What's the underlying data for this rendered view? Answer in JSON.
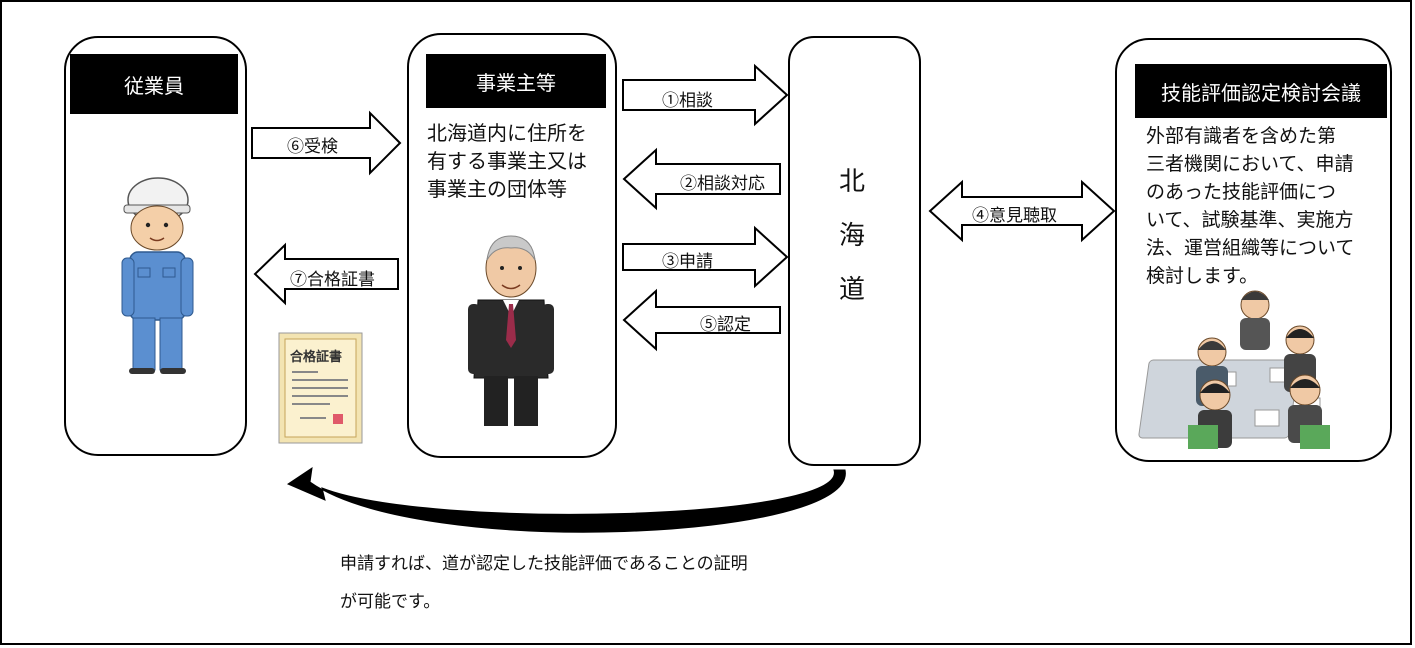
{
  "employee": {
    "title": "従業員"
  },
  "employer": {
    "title": "事業主等",
    "desc": [
      "北海道内に住所を",
      "有する事業主又は",
      "事業主の団体等"
    ]
  },
  "hokkaido": {
    "chars": [
      "北",
      "海",
      "道"
    ]
  },
  "council": {
    "title": "技能評価認定検討会議",
    "desc": [
      "外部有識者を含めた第",
      "三者機関において、申請",
      "のあった技能評価につ",
      "いて、試験基準、実施方",
      "法、運営組織等について",
      "検討します。"
    ]
  },
  "arrows": {
    "a1": "①相談",
    "a2": "②相談対応",
    "a3": "③申請",
    "a4": "④意見聴取",
    "a5": "⑤認定",
    "a6": "⑥受検",
    "a7": "⑦合格証書"
  },
  "certificate": {
    "title": "合格証書"
  },
  "bottom_note": [
    "申請すれば、道が認定した技能評価であることの証明",
    "が可能です。"
  ],
  "colors": {
    "worker_uniform": "#5b8fd0",
    "helmet": "#f2f2f2",
    "suit": "#2a2a2a",
    "tie": "#9b2c4a",
    "certificate_bg": "#fbf1cf"
  }
}
